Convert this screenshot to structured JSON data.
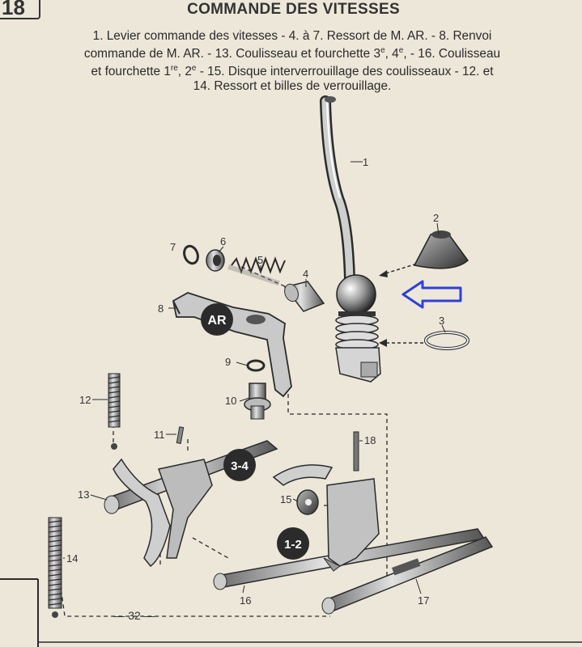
{
  "header": {
    "corner_number": "18",
    "title": "COMMANDE DES VITESSES"
  },
  "caption": {
    "line1": "1. Levier commande des vitesses - 4. à 7. Ressort de M. AR. - 8. Renvoi",
    "line2a": "commande de M. AR. - 13. Coulisseau et fourchette 3",
    "sup_e": "e",
    "line2b": ", 4",
    "line2c": ", - 16. Coulisseau",
    "line3a": "et fourchette 1",
    "sup_re": "re",
    "line3b": ", 2",
    "line3c": " - 15. Disque interverrouillage des coulisseaux - 12. et",
    "line4": "14. Ressort et billes de verrouillage."
  },
  "labels": {
    "l1": "1",
    "l2": "2",
    "l3": "3",
    "l4": "4",
    "l5": "5",
    "l6": "6",
    "l7": "7",
    "l8": "8",
    "l9": "9",
    "l10": "10",
    "l11": "11",
    "l12": "12",
    "l13": "13",
    "l14": "14",
    "l15": "15",
    "l16": "16",
    "l17": "17",
    "l18": "18"
  },
  "badges": {
    "ar": "AR",
    "b34": "3-4",
    "b12": "1-2"
  },
  "footer": {
    "page_number": "— 32 —"
  },
  "colors": {
    "paper": "#ede7da",
    "ink": "#2b2b2b",
    "arrow_blue": "#2f3fd8"
  }
}
